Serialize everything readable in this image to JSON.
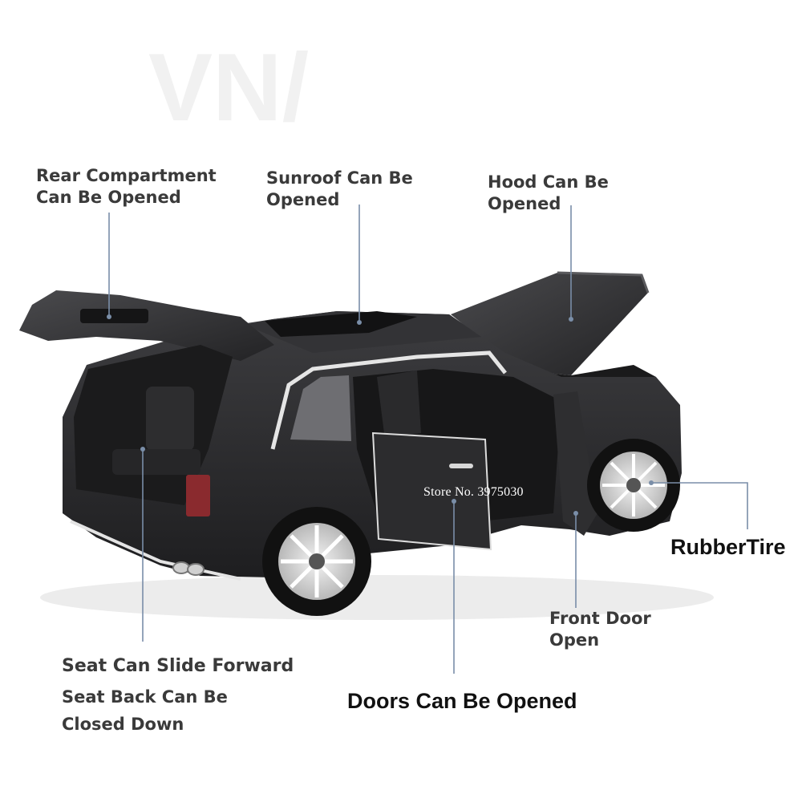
{
  "labels": {
    "rear_compartment": "Rear Compartment\nCan Be Opened",
    "sunroof": "Sunroof Can Be\nOpened",
    "hood": "Hood Can Be\nOpened",
    "rubber_tire": "RubberTire",
    "front_door": "Front Door\nOpen",
    "doors": "Doors Can Be Opened",
    "seat_slide": "Seat Can Slide Forward",
    "seat_back": "Seat Back Can Be\nClosed Down"
  },
  "watermark": "Store No. 3975030",
  "colors": {
    "car_body": "#2a2a2c",
    "label_text": "#3a3a3a",
    "callout_line": "#7a8ea8",
    "rim": "#d9d9d9"
  }
}
